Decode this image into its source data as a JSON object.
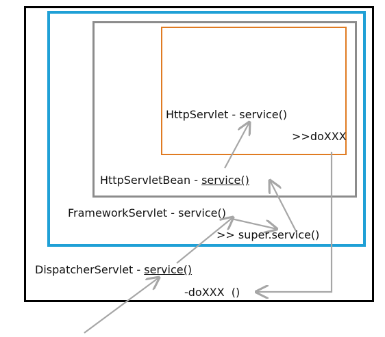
{
  "labels": {
    "http_servlet": {
      "name": "HttpServlet",
      "method": "service()"
    },
    "do_xxx_inner": ">>doXXX",
    "http_servlet_bean": {
      "name": "HttpServletBean",
      "method": "service()"
    },
    "framework_servlet": {
      "name": "FrameworkServlet",
      "method": "service()"
    },
    "super_service": ">> super.service()",
    "dispatcher_servlet": {
      "name": "DispatcherServlet",
      "method": "service()"
    },
    "do_xxx_outer": "-doXXX  ()",
    "separator": " - "
  },
  "colors": {
    "outer_border": "#000000",
    "blue_border": "#1fa0d6",
    "gray_border": "#8c8c8c",
    "orange_border": "#e07b22",
    "arrow": "#a6a6a6"
  }
}
